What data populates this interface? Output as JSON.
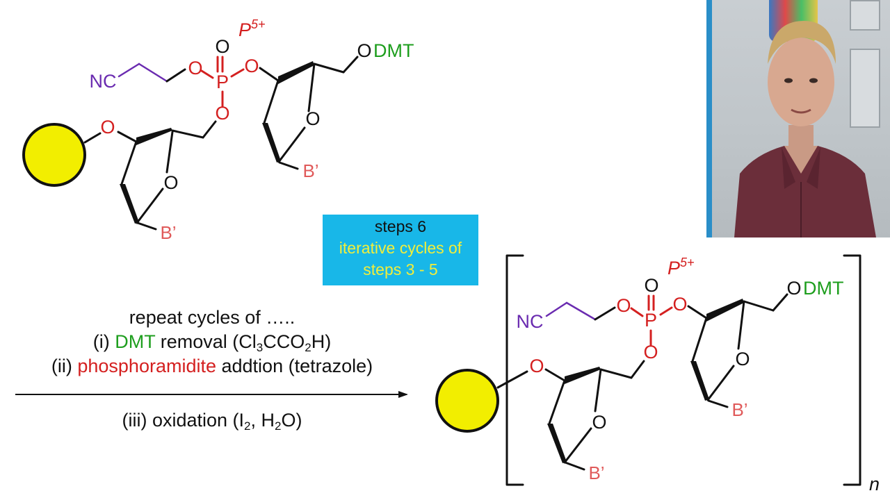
{
  "top_molecule": {
    "oxidation_state": "P",
    "oxidation_state_sup": "5+",
    "phosphorus": "P",
    "oxygen": "O",
    "nitrile": "NC",
    "dmt_oxygen": "O",
    "dmt": "DMT",
    "base_left": "B’",
    "base_right": "B’"
  },
  "steps_box": {
    "line1": "steps 6",
    "line2": "iterative cycles of",
    "line3": "steps 3 - 5",
    "background_color": "#18b7e8",
    "highlight_color": "#f2ee3a"
  },
  "conditions": {
    "line1": "repeat cycles of …..",
    "line2": {
      "prefix": "(i) ",
      "highlight": "DMT",
      "middle": " removal (Cl",
      "sub1": "3",
      "middle2": "CCO",
      "sub2": "2",
      "suffix": "H)"
    },
    "line3": {
      "prefix": "(ii) ",
      "highlight": "phosphoramidite",
      "suffix": " addtion (tetrazole)"
    },
    "line4": {
      "prefix": "(iii) oxidation (I",
      "sub1": "2",
      "middle": ", H",
      "sub2": "2",
      "suffix": "O)"
    }
  },
  "product_molecule": {
    "oxidation_state": "P",
    "oxidation_state_sup": "5+",
    "phosphorus": "P",
    "oxygen": "O",
    "nitrile": "NC",
    "dmt_oxygen": "O",
    "dmt": "DMT",
    "base_left": "B’",
    "base_right": "B’",
    "repeat_index": "n"
  },
  "colors": {
    "oxygen_phosphorus": "#d42020",
    "dmt": "#1e9e1e",
    "nitrile": "#6a2bb0",
    "base": "#e05a5a",
    "bead": "#f2ee00"
  },
  "icons": {
    "solid_support": "yellow-bead-icon",
    "reaction_arrow": "arrow-right-icon"
  }
}
